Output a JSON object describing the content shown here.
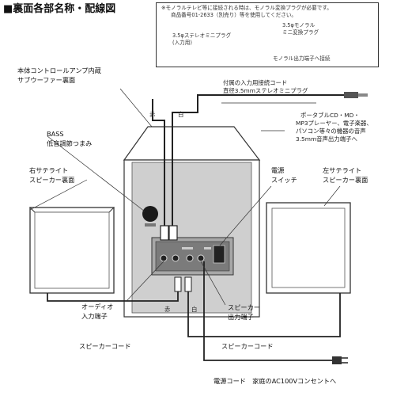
{
  "header": {
    "title": "■裏面各部名称・配線図"
  },
  "note": {
    "line1": "※モノラルテレビ等に接続される時は、モノラル変換プラグが必要です。",
    "line2": "商品番号01-2633（別売り）等を使用してください。",
    "stereo_plug_l1": "3.5φステレオミニプラグ",
    "stereo_plug_l2": "(入力用)",
    "mono_plug_l1": "3.5φモノラル",
    "mono_plug_l2": "ミニ変換プラグ",
    "mono_out": "モノラル出力端子へ接続"
  },
  "labels": {
    "main_unit_l1": "本体コントロールアンプ内蔵",
    "main_unit_l2": "サブウーファー裏面",
    "input_cord_l1": "付属の入力用接続コード",
    "input_cord_l2": "直径3.5mmステレオミニプラグ",
    "red": "赤",
    "white": "白",
    "portable_l1": "ポータブルCD・MD・",
    "portable_l2": "MP3プレーヤー、電子楽器、",
    "portable_l3": "パソコン等々の機器の音声",
    "portable_l4": "3.5mm音声出力端子へ",
    "bass_l1": "BASS",
    "bass_l2": "低音調節つまみ",
    "right_sat_l1": "右サテライト",
    "right_sat_l2": "スピーカー裏面",
    "power_switch_l1": "電源",
    "power_switch_l2": "スイッチ",
    "left_sat_l1": "左サテライト",
    "left_sat_l2": "スピーカー裏面",
    "audio_in_l1": "オーディオ",
    "audio_in_l2": "入力端子",
    "speaker_out_l1": "スピーカー",
    "speaker_out_l2": "出力端子",
    "red_bottom": "赤",
    "white_bottom": "白",
    "speaker_cord_left": "スピーカーコード",
    "speaker_cord_right": "スピーカーコード",
    "power_cord": "電源コード　家庭のAC100Vコンセントへ"
  }
}
